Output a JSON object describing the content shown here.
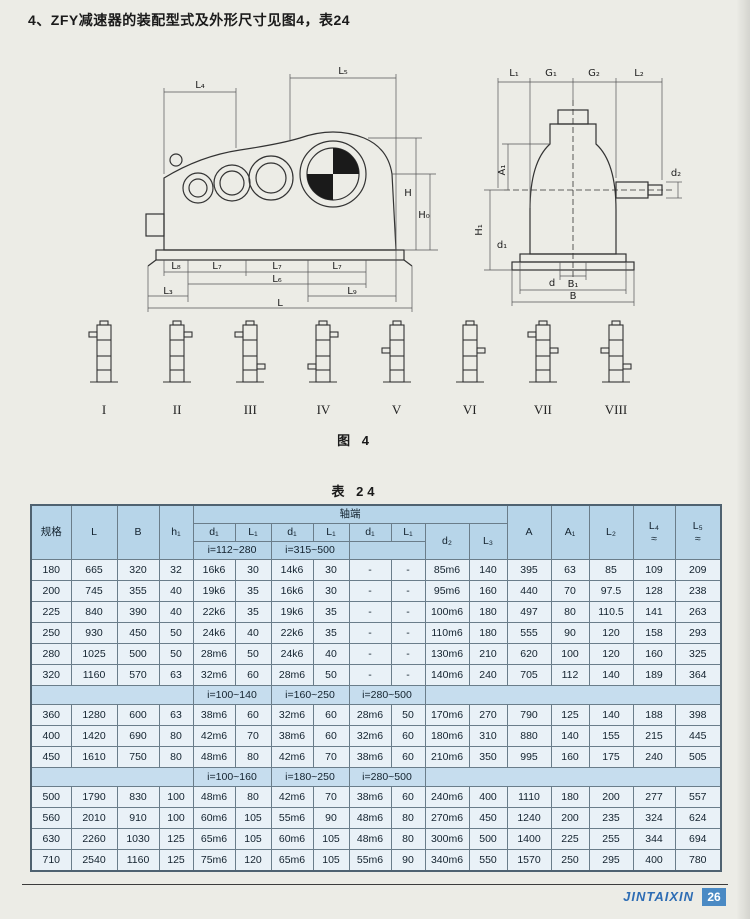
{
  "page": {
    "heading": "4、ZFY减速器的装配型式及外形尺寸见图4，表24"
  },
  "figure": {
    "caption": "图 4",
    "side_view": {
      "top": [
        "L₄",
        "L₅"
      ],
      "right": [
        "H",
        "H₀"
      ],
      "bottom": [
        "L₈",
        "L₇",
        "L₇",
        "L₇",
        "L₆",
        "L₃",
        "L₉",
        "L"
      ]
    },
    "front_view": {
      "top": [
        "L₁",
        "G₁",
        "G₂",
        "L₂"
      ],
      "right": [
        "d₂"
      ],
      "left": [
        "H₁",
        "A₁",
        "d₁"
      ],
      "bottom": [
        "d",
        "B₁",
        "B"
      ]
    }
  },
  "assembly": {
    "labels": [
      "I",
      "II",
      "III",
      "IV",
      "V",
      "VI",
      "VII",
      "VIII"
    ]
  },
  "table": {
    "caption": "表 24",
    "headers": {
      "spec": "规格",
      "L": "L",
      "B": "B",
      "h1": "h₁",
      "shaft_end": "轴端",
      "d1": "d₁",
      "L1": "L₁",
      "d2": "d₂",
      "L3": "L₃",
      "A": "A",
      "A1": "A₁",
      "L2": "L₂",
      "L4": "L₄",
      "L5": "L₅",
      "approx": "≈",
      "range1": "i=112~280",
      "range2": "i=315~500"
    },
    "groups": [
      {
        "band": null,
        "rows": [
          [
            "180",
            "665",
            "320",
            "32",
            "16k6",
            "30",
            "14k6",
            "30",
            "-",
            "-",
            "85m6",
            "140",
            "395",
            "63",
            "85",
            "109",
            "209"
          ],
          [
            "200",
            "745",
            "355",
            "40",
            "19k6",
            "35",
            "16k6",
            "30",
            "-",
            "-",
            "95m6",
            "160",
            "440",
            "70",
            "97.5",
            "128",
            "238"
          ],
          [
            "225",
            "840",
            "390",
            "40",
            "22k6",
            "35",
            "19k6",
            "35",
            "-",
            "-",
            "100m6",
            "180",
            "497",
            "80",
            "110.5",
            "141",
            "263"
          ],
          [
            "250",
            "930",
            "450",
            "50",
            "24k6",
            "40",
            "22k6",
            "35",
            "-",
            "-",
            "110m6",
            "180",
            "555",
            "90",
            "120",
            "158",
            "293"
          ],
          [
            "280",
            "1025",
            "500",
            "50",
            "28m6",
            "50",
            "24k6",
            "40",
            "-",
            "-",
            "130m6",
            "210",
            "620",
            "100",
            "120",
            "160",
            "325"
          ],
          [
            "320",
            "1160",
            "570",
            "63",
            "32m6",
            "60",
            "28m6",
            "50",
            "-",
            "-",
            "140m6",
            "240",
            "705",
            "112",
            "140",
            "189",
            "364"
          ]
        ]
      },
      {
        "band": [
          "i=100~140",
          "i=160~250",
          "i=280~500"
        ],
        "rows": [
          [
            "360",
            "1280",
            "600",
            "63",
            "38m6",
            "60",
            "32m6",
            "60",
            "28m6",
            "50",
            "170m6",
            "270",
            "790",
            "125",
            "140",
            "188",
            "398"
          ],
          [
            "400",
            "1420",
            "690",
            "80",
            "42m6",
            "70",
            "38m6",
            "60",
            "32m6",
            "60",
            "180m6",
            "310",
            "880",
            "140",
            "155",
            "215",
            "445"
          ],
          [
            "450",
            "1610",
            "750",
            "80",
            "48m6",
            "80",
            "42m6",
            "70",
            "38m6",
            "60",
            "210m6",
            "350",
            "995",
            "160",
            "175",
            "240",
            "505"
          ]
        ]
      },
      {
        "band": [
          "i=100~160",
          "i=180~250",
          "i=280~500"
        ],
        "rows": [
          [
            "500",
            "1790",
            "830",
            "100",
            "48m6",
            "80",
            "42m6",
            "70",
            "38m6",
            "60",
            "240m6",
            "400",
            "1110",
            "180",
            "200",
            "277",
            "557"
          ],
          [
            "560",
            "2010",
            "910",
            "100",
            "60m6",
            "105",
            "55m6",
            "90",
            "48m6",
            "80",
            "270m6",
            "450",
            "1240",
            "200",
            "235",
            "324",
            "624"
          ],
          [
            "630",
            "2260",
            "1030",
            "125",
            "65m6",
            "105",
            "60m6",
            "105",
            "48m6",
            "80",
            "300m6",
            "500",
            "1400",
            "225",
            "255",
            "344",
            "694"
          ],
          [
            "710",
            "2540",
            "1160",
            "125",
            "75m6",
            "120",
            "65m6",
            "105",
            "55m6",
            "90",
            "340m6",
            "550",
            "1570",
            "250",
            "295",
            "400",
            "780"
          ]
        ]
      }
    ]
  },
  "footer": {
    "brand": "JINTAIXIN",
    "page_number": "26"
  },
  "colors": {
    "header_blue": "#b7d5e9",
    "band_blue": "#c6ddee",
    "cell_blue": "#e9f1f7",
    "accent_blue": "#2e6db4",
    "page_box_blue": "#4a8ac4",
    "paper": "#ecece6"
  }
}
